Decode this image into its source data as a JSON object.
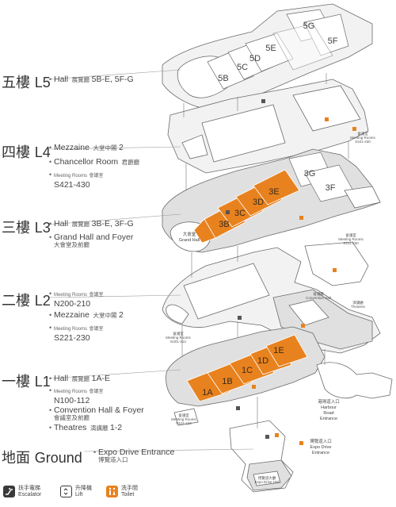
{
  "floors": {
    "l5": {
      "zh": "五樓",
      "en": "L5",
      "items": [
        {
          "en": "Hall",
          "zh": "展覽廳",
          "val": "5B-E, 5F-G"
        }
      ]
    },
    "l4": {
      "zh": "四樓",
      "en": "L4",
      "items": [
        {
          "en": "Mezzaine",
          "zh": "大堂中閣",
          "val": "2"
        },
        {
          "en": "Chancellor Room",
          "zh": "君爵廳",
          "val": ""
        },
        {
          "en": "Meeting Rooms",
          "zh": "會議室",
          "val": "S421-430"
        }
      ]
    },
    "l3": {
      "zh": "三樓",
      "en": "L3",
      "items": [
        {
          "en": "Hall",
          "zh": "展覽廳",
          "val": "3B-E, 3F-G"
        },
        {
          "en": "Grand Hall and Foyer",
          "zh": "大會堂及前廳",
          "val": ""
        }
      ]
    },
    "l2": {
      "zh": "二樓",
      "en": "L2",
      "items": [
        {
          "en": "Meeting Rooms",
          "zh": "會議室",
          "val": "N200-210"
        },
        {
          "en": "Mezzaine",
          "zh": "大堂中閣",
          "val": "2"
        },
        {
          "en": "Meeting Rooms",
          "zh": "會議室",
          "val": "S221-230"
        }
      ]
    },
    "l1": {
      "zh": "一樓",
      "en": "L1",
      "items": [
        {
          "en": "Hall",
          "zh": "展覽廳",
          "val": "1A-E"
        },
        {
          "en": "Meeting Rooms",
          "zh": "會議室",
          "val": "N100-112"
        },
        {
          "en": "Convention Hall & Foyer",
          "zh": "會議室及前廳",
          "val": ""
        },
        {
          "en": "Theatres",
          "zh": "演講廳",
          "val": "1-2"
        }
      ]
    },
    "ground": {
      "zh": "地面",
      "en": "Ground",
      "items": [
        {
          "en": "Expo Drive Entrance",
          "zh": "博覽道入口",
          "val": ""
        }
      ]
    }
  },
  "map_labels": {
    "l5_halls": [
      "5B",
      "5C",
      "5D",
      "5E",
      "5G",
      "5F"
    ],
    "l3_halls": [
      "3B",
      "3C",
      "3D",
      "3E",
      "3G",
      "3F"
    ],
    "l1_halls": [
      "1A",
      "1B",
      "1C",
      "1D",
      "1E"
    ],
    "grand_hall": "Grand Hall",
    "grand_hall_zh": "大會堂",
    "meeting_s421": "S421-430",
    "meeting_s221": "S221-230",
    "meeting_n201": "N201-212",
    "meeting_n101": "N101-112",
    "meeting_rooms": "Meeting Rooms",
    "meeting_rooms_zh": "會議室",
    "convention_hall": "Convention Hall",
    "convention_hall_zh": "會議廳",
    "theatres": "Theatres",
    "theatres_zh": "演講廳",
    "harbour_road": [
      "港灣道入口",
      "Harbour",
      "Road",
      "Entrance"
    ],
    "expo_drive": [
      "博覽道入口",
      "Expo Drive",
      "Entrance"
    ],
    "expo_drive_hall": "Expo Drive Hall",
    "expo_drive_hall_zh": "博覽道大廳"
  },
  "legend": [
    {
      "zh": "扶手電梯",
      "en": "Escalator",
      "icon": "escalator-icon",
      "color": "#3a3a3a"
    },
    {
      "zh": "升降機",
      "en": "Lift",
      "icon": "lift-icon",
      "color": "#3a3a3a"
    },
    {
      "zh": "洗手間",
      "en": "Toilet",
      "icon": "toilet-icon",
      "color": "#e8821e"
    }
  ],
  "colors": {
    "highlight": "#e8821e",
    "outline": "#555555",
    "fill_grey": "#e6e6e6"
  }
}
